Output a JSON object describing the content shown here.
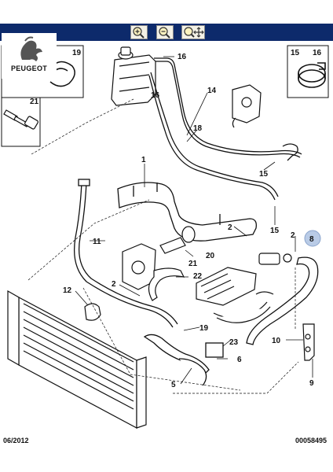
{
  "brand": "PEUGEOT",
  "toolbar": {
    "zoom_in": "zoom-in-icon",
    "zoom_out": "zoom-out-icon",
    "zoom_pan": "zoom-pan-icon"
  },
  "callouts": {
    "c19a": "19",
    "c21a": "21",
    "c15box": "15",
    "c15box_b": "16",
    "c16a": "16",
    "c16b": "16",
    "c14": "14",
    "c18": "18",
    "c15a": "15",
    "c1": "1",
    "c15b": "15",
    "c2a": "2",
    "c2b": "2",
    "c8": "8",
    "c11": "11",
    "c21b": "21",
    "c20": "20",
    "c22": "22",
    "c12": "12",
    "c2c": "2",
    "c19b": "19",
    "c23": "23",
    "c10": "10",
    "c6": "6",
    "c5": "5",
    "c9": "9"
  },
  "footer": {
    "date": "06/2012",
    "ref": "00058495"
  },
  "colors": {
    "toolbar": "#0d2a6b",
    "highlight": "#b9cbe6",
    "line": "#111111"
  }
}
